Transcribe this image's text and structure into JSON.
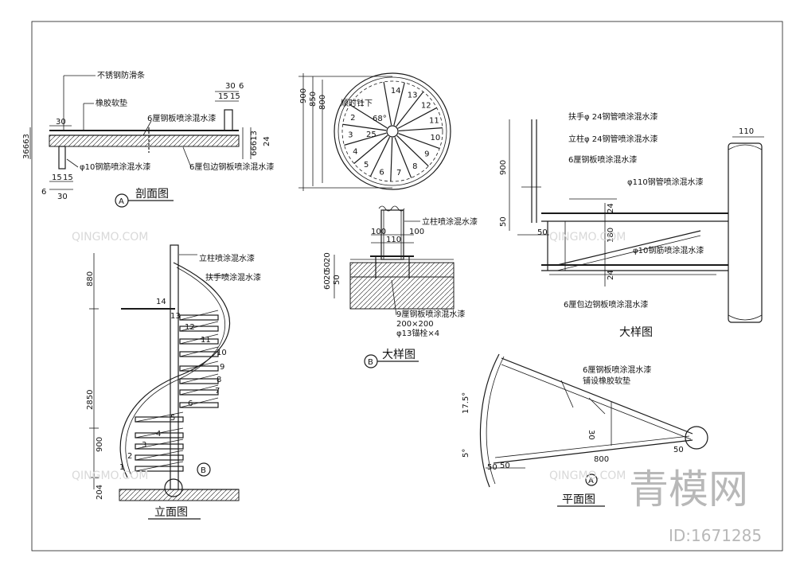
{
  "labels": {
    "anti_slip": "不锈钢防滑条",
    "rubber_pad": "橡胶软垫",
    "plate6_paint": "6厘钢板喷涂混水漆",
    "rod10_paint": "φ10钢筋喷涂混水漆",
    "edge_plate6": "6厘包边钢板喷涂混水漆",
    "clockwise_down": "顺时针下",
    "column_paint": "立柱喷涂混水漆",
    "plate9_paint": "9厘钢板喷涂混水漆",
    "plate_size": "200×200",
    "anchor": "φ13锚栓×4",
    "handrail_tube": "扶手φ  24钢管喷涂混水漆",
    "post_tube": "立柱φ  24钢管喷涂混水漆",
    "plate6_paint_b": "6厘钢板喷涂混水漆",
    "tube110": "φ110钢管喷涂混水漆",
    "rod10_paint_b": "φ10钢筋喷涂混水漆",
    "edge_plate6_b": "6厘包边钢板喷涂混水漆",
    "elev_column": "立柱喷涂混水漆",
    "elev_handrail": "扶手喷涂混水漆",
    "plan_plate": "6厘钢板喷涂混水漆",
    "plan_pad": "铺设橡胶软垫"
  },
  "titles": {
    "section": "剖面图",
    "detail_b": "大样图",
    "detail": "大样图",
    "elevation": "立面图",
    "plan": "平面图"
  },
  "markers": {
    "a": "A",
    "b": "B",
    "b2": "B",
    "a2": "A"
  },
  "dims": {
    "sec_30_top": "30",
    "sec_6_top": "6",
    "sec_15a": "15",
    "sec_15b": "15",
    "sec_30_left": "30",
    "sec_left_stack": "36663",
    "sec_right_stack": "66613",
    "sec_24": "24",
    "sec_15c": "15",
    "sec_15d": "15",
    "sec_6_bot": "6",
    "sec_30_bot": "30",
    "circ_900": "900",
    "circ_850": "850",
    "circ_800": "800",
    "circ_68": "68°",
    "circ_25": "25",
    "base_100a": "100",
    "base_100b": "100",
    "base_110": "110",
    "base_20": "20",
    "base_50": "50",
    "base_20b": "20",
    "base_60": "60",
    "base_50b": "50",
    "det_900": "900",
    "det_50": "50",
    "det_50b": "50",
    "det_110": "110",
    "det_24a": "24",
    "det_180": "180",
    "det_24b": "24",
    "elev_880": "880",
    "elev_2850": "2850",
    "elev_900": "900",
    "elev_204": "204",
    "plan_175": "17.5°",
    "plan_5": "5°",
    "plan_30": "30",
    "plan_800": "800",
    "plan_50a": "50",
    "plan_50b": "50",
    "plan_50c": "50"
  },
  "step_numbers": [
    "1",
    "2",
    "3",
    "4",
    "5",
    "6",
    "7",
    "8",
    "9",
    "10",
    "11",
    "12",
    "13",
    "14"
  ],
  "watermark": {
    "brand_cn": "青模网",
    "id_text": "ID:1671285",
    "brand_en": "QINGMO.COM"
  }
}
